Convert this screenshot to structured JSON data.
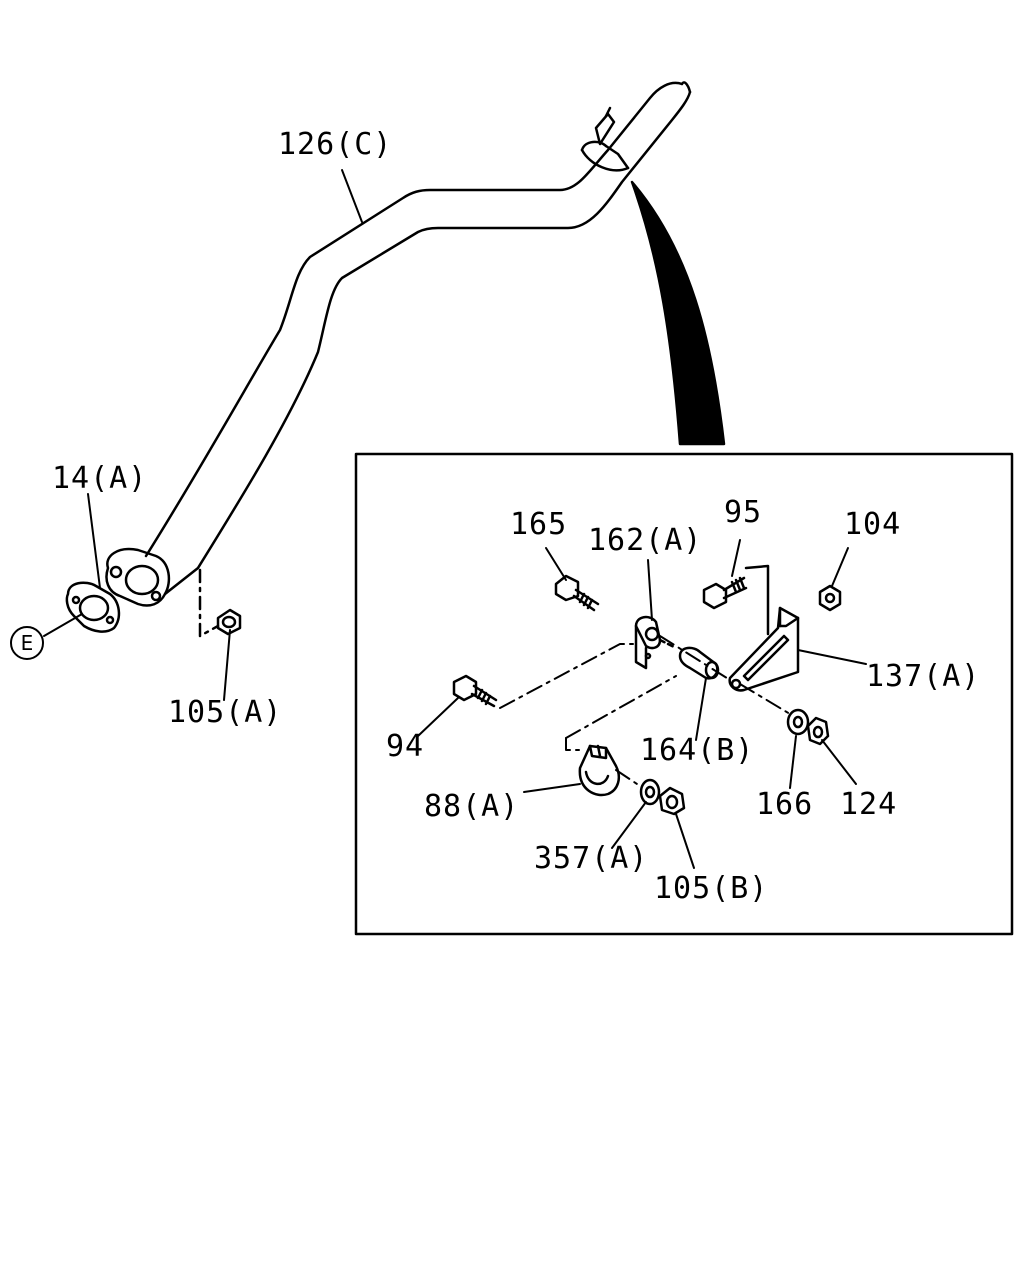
{
  "labels": {
    "pipe": "126(C)",
    "gasket": "14(A)",
    "ref_marker": "E",
    "nut_main": "105(A)",
    "bolt_165": "165",
    "bracket_162": "162(A)",
    "bolt_95": "95",
    "nut_104": "104",
    "bracket_137": "137(A)",
    "bolt_94": "94",
    "bushing_164": "164(B)",
    "clamp_88": "88(A)",
    "washer_357": "357(A)",
    "nut_105b": "105(B)",
    "washer_166": "166",
    "nut_124": "124"
  }
}
